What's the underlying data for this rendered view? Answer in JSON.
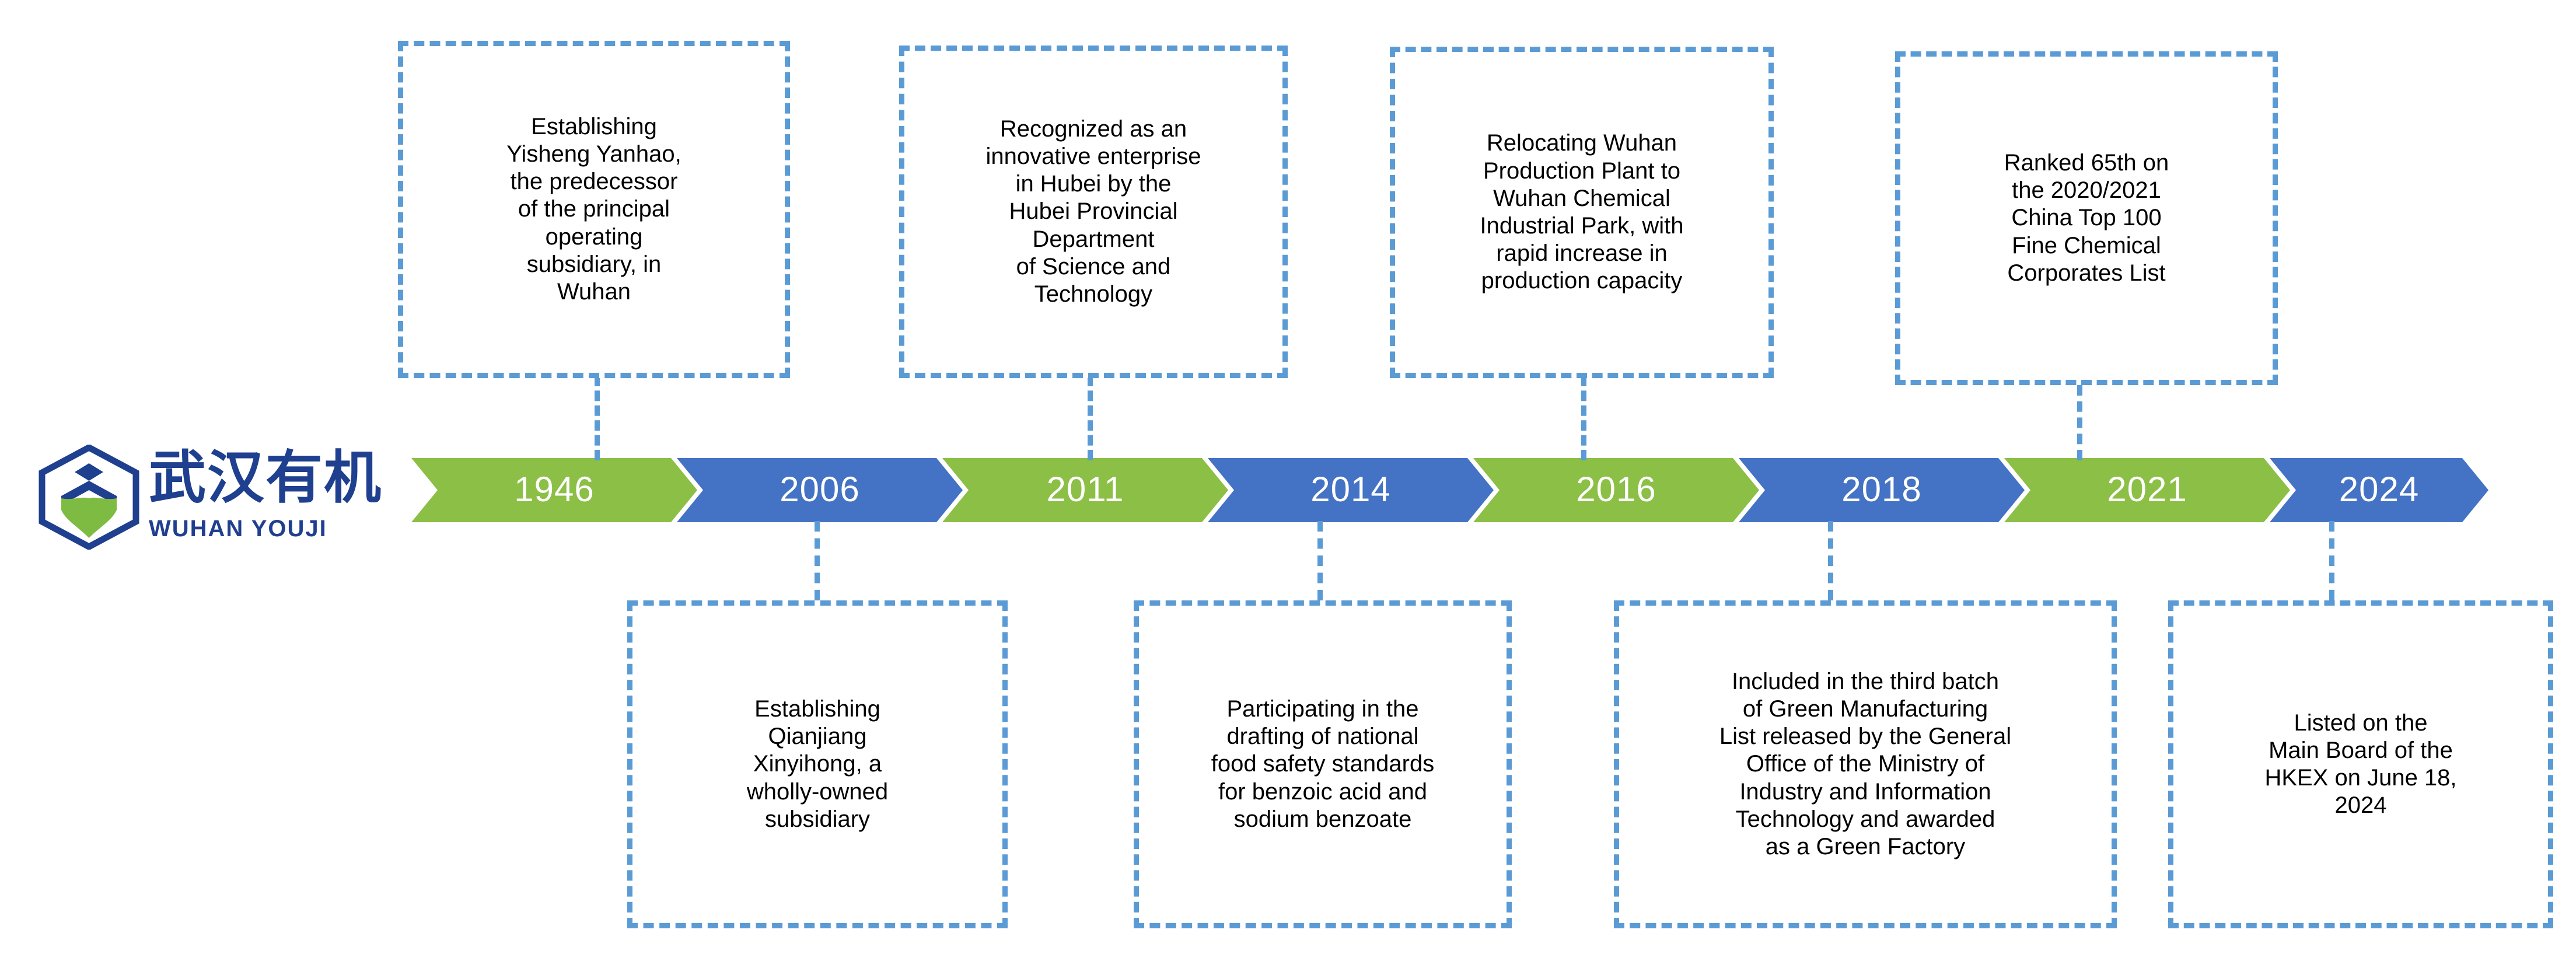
{
  "logo": {
    "name_cn": "武汉有机",
    "name_en": "WUHAN  YOUJI",
    "mark_icon": "hexagon-leaf-icon"
  },
  "colors": {
    "green": "#8CBF45",
    "blue": "#4472C4",
    "dash_blue": "#5B9BD5",
    "logo_navy": "#1F3F8F",
    "logo_green": "#7DBB42",
    "text": "#000000",
    "background": "#FFFFFF"
  },
  "chart_data": {
    "type": "timeline",
    "title": "",
    "orientation": "horizontal",
    "milestones": [
      {
        "year": "1946",
        "color": "#8CBF45",
        "side": "top",
        "text": "Establishing\nYisheng Yanhao,\nthe predecessor\nof the principal\noperating\nsubsidiary, in\nWuhan"
      },
      {
        "year": "2006",
        "color": "#4472C4",
        "side": "bottom",
        "text": "Establishing\nQianjiang\nXinyihong, a\nwholly-owned\nsubsidiary"
      },
      {
        "year": "2011",
        "color": "#8CBF45",
        "side": "top",
        "text": "Recognized as an\ninnovative enterprise\nin Hubei by the\nHubei Provincial\nDepartment\nof Science and\nTechnology"
      },
      {
        "year": "2014",
        "color": "#4472C4",
        "side": "bottom",
        "text": "Participating in the\ndrafting of national\nfood safety standards\nfor benzoic acid and\nsodium benzoate"
      },
      {
        "year": "2016",
        "color": "#8CBF45",
        "side": "top",
        "text": "Relocating Wuhan\nProduction Plant to\nWuhan Chemical\nIndustrial Park, with\nrapid increase in\nproduction capacity"
      },
      {
        "year": "2018",
        "color": "#4472C4",
        "side": "bottom",
        "text": "Included in the third batch\nof Green Manufacturing\nList released by the General\nOffice of the Ministry of\nIndustry and Information\nTechnology and awarded\nas a Green Factory"
      },
      {
        "year": "2021",
        "color": "#8CBF45",
        "side": "top",
        "text": "Ranked 65th on\nthe 2020/2021\nChina Top 100\nFine Chemical\nCorporates List"
      },
      {
        "year": "2024",
        "color": "#4472C4",
        "side": "bottom",
        "text": "Listed on the\nMain Board of the\nHKEX on June 18,\n2024"
      }
    ]
  },
  "timeline": {
    "years": [
      "1946",
      "2006",
      "2011",
      "2014",
      "2016",
      "2018",
      "2021",
      "2024"
    ]
  },
  "boxes": {
    "top": [
      {
        "text": "Establishing\nYisheng Yanhao,\nthe predecessor\nof the principal\noperating\nsubsidiary, in\nWuhan"
      },
      {
        "text": "Recognized as an\ninnovative enterprise\nin Hubei by the\nHubei Provincial\nDepartment\nof Science and\nTechnology"
      },
      {
        "text": "Relocating Wuhan\nProduction Plant to\nWuhan Chemical\nIndustrial Park, with\nrapid increase in\nproduction capacity"
      },
      {
        "text": "Ranked 65th on\nthe 2020/2021\nChina Top 100\nFine Chemical\nCorporates List"
      }
    ],
    "bottom": [
      {
        "text": "Establishing\nQianjiang\nXinyihong, a\nwholly-owned\nsubsidiary"
      },
      {
        "text": "Participating in the\ndrafting of national\nfood safety standards\nfor benzoic acid and\nsodium benzoate"
      },
      {
        "text": "Included in the third batch\nof Green Manufacturing\nList released by the General\nOffice of the Ministry of\nIndustry and Information\nTechnology and awarded\nas a Green Factory"
      },
      {
        "text": "Listed on the\nMain Board of the\nHKEX on June 18,\n2024"
      }
    ]
  }
}
